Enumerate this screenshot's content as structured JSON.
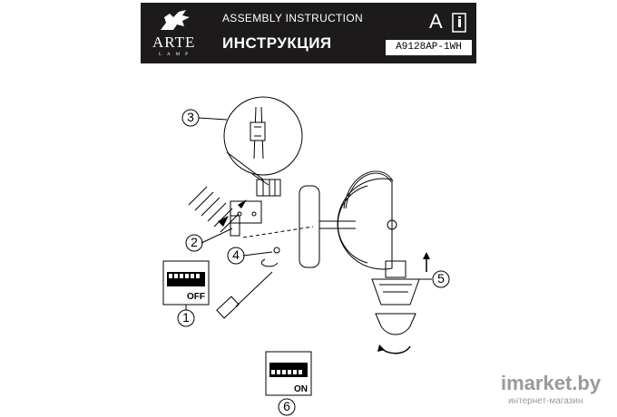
{
  "header": {
    "brand": "ARTE",
    "brand_sub": "LAMP",
    "title_en": "ASSEMBLY INSTRUCTION",
    "title_ru": "ИНСТРУКЦИЯ",
    "letter": "A",
    "model": "A9128AP-1WH",
    "background_color": "#1c1a1a"
  },
  "steps": {
    "s1": "1",
    "s2": "2",
    "s3": "3",
    "s4": "4",
    "s5": "5",
    "s6": "6"
  },
  "switches": {
    "off_label": "OFF",
    "on_label": "ON"
  },
  "watermark": {
    "text": "imarket.by",
    "subtext": "интернет-магазин"
  }
}
